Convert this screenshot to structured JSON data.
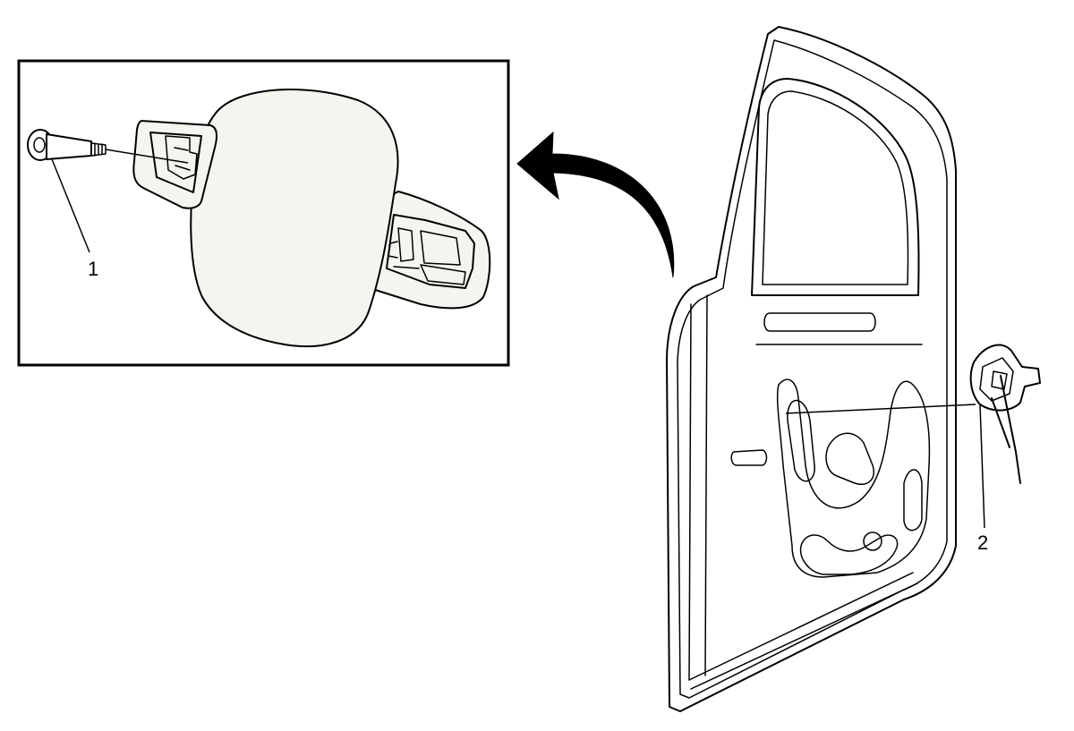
{
  "callouts": [
    {
      "id": "1",
      "label": "1"
    },
    {
      "id": "2",
      "label": "2"
    }
  ],
  "colors": {
    "ink": "#000000",
    "panel_fill": "#f6f4ef",
    "background": "#ffffff"
  }
}
